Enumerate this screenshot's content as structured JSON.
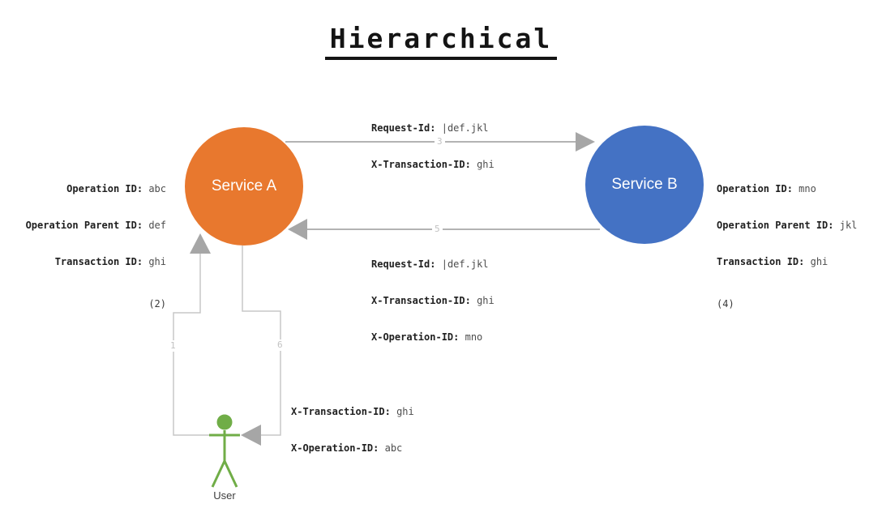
{
  "title": "Hierarchical",
  "colors": {
    "service_a_fill": "#E8782E",
    "service_b_fill": "#4472C4",
    "arrow_line": "#B3B3B3",
    "arrow_head": "#A6A6A6",
    "user_path_line": "#C7C7C7",
    "step_label": "#C2C2C2",
    "user_figure": "#70AD47",
    "text_label": "#1F1F1F",
    "text_value": "#4D4D4D"
  },
  "service_a": {
    "label": "Service A",
    "props": [
      {
        "label": "Operation ID:",
        "value": "abc"
      },
      {
        "label": "Operation Parent ID:",
        "value": "def"
      },
      {
        "label": "Transaction ID:",
        "value": "ghi"
      }
    ],
    "step_note": "(2)"
  },
  "service_b": {
    "label": "Service B",
    "props": [
      {
        "label": "Operation ID:",
        "value": "mno"
      },
      {
        "label": "Operation Parent ID:",
        "value": "jkl"
      },
      {
        "label": "Transaction ID:",
        "value": "ghi"
      }
    ],
    "step_note": "(4)"
  },
  "user": {
    "label": "User"
  },
  "arrow_a_to_b": {
    "step": "3",
    "headers": [
      {
        "label": "Request-Id:",
        "value": "|def.jkl"
      },
      {
        "label": "X-Transaction-ID:",
        "value": "ghi"
      }
    ]
  },
  "arrow_b_to_a": {
    "step": "5",
    "headers": [
      {
        "label": "Request-Id:",
        "value": "|def.jkl"
      },
      {
        "label": "X-Transaction-ID:",
        "value": "ghi"
      },
      {
        "label": "X-Operation-ID:",
        "value": "mno"
      }
    ]
  },
  "arrow_user_to_a": {
    "step": "1"
  },
  "arrow_a_to_user": {
    "step": "6",
    "headers": [
      {
        "label": "X-Transaction-ID:",
        "value": "ghi"
      },
      {
        "label": "X-Operation-ID:",
        "value": "abc"
      }
    ]
  }
}
